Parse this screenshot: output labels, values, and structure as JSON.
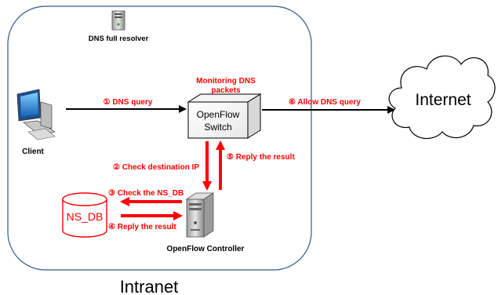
{
  "region": {
    "label": "Intranet"
  },
  "nodes": {
    "dns_resolver": {
      "label": "DNS full resolver"
    },
    "client": {
      "label": "Client"
    },
    "switch": {
      "line1": "OpenFlow",
      "line2": "Switch",
      "note1": "Monitoring DNS",
      "note2": "packets"
    },
    "controller": {
      "label": "OpenFlow Controller"
    },
    "database": {
      "label": "NS_DB"
    },
    "internet": {
      "label": "Internet"
    }
  },
  "steps": [
    {
      "id": "1",
      "num": "①",
      "text": "DNS query"
    },
    {
      "id": "2",
      "num": "②",
      "text": "Check destination IP"
    },
    {
      "id": "3",
      "num": "③",
      "text": "Check the NS_DB"
    },
    {
      "id": "4",
      "num": "④",
      "text": "Reply the result"
    },
    {
      "id": "5",
      "num": "⑤",
      "text": "Reply the result"
    },
    {
      "id": "6",
      "num": "⑥",
      "text": "Allow DNS query"
    }
  ],
  "colors": {
    "accent": "#ff0000",
    "border": "#2e5a8a",
    "arrow_black": "#000000"
  }
}
